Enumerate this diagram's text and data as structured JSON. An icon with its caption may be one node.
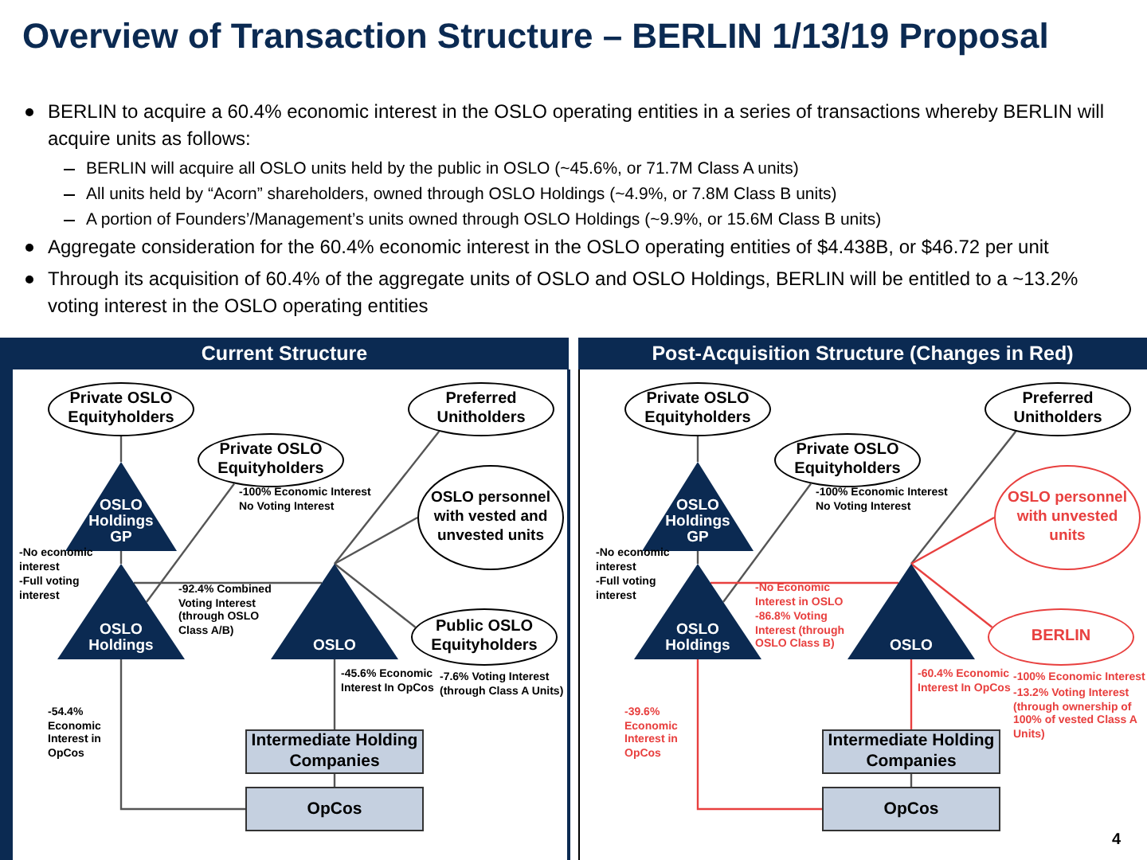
{
  "diagram": {
    "title": "Overview of Transaction Structure – BERLIN 1/13/19 Proposal",
    "nodes": [
      {
        "text": [
          "Current Structure"
        ]
      },
      {
        "text": [
          "Private OSLO Equityholders"
        ]
      },
      {
        "text": [
          "Preferred Unitholders"
        ]
      },
      {
        "text": [
          "Private OSLO Equityholders"
        ]
      },
      {
        "text": [
          "OSLO Holdings GP"
        ]
      },
      {
        "text": [
          "OSLO personnel with vested and unvested units"
        ]
      },
      {
        "text": [
          "OSLO Holdings"
        ]
      },
      {
        "text": [
          "OSLO"
        ]
      },
      {
        "text": [
          "Public OSLO Equityholders"
        ],
        "beside": [
          "-7.6% Voting Interest (through Class A Units)"
        ]
      },
      {
        "text": [
          "Intermediate Holding Companies"
        ]
      },
      {
        "text": [
          "OpCos"
        ]
      },
      {
        "text": [
          "Post-Acquisition Structure (Changes in Red)"
        ]
      },
      {
        "text": [
          "Private OSLO Equityholders"
        ]
      },
      {
        "text": [
          "Preferred Unitholders"
        ]
      },
      {
        "text": [
          "Private OSLO Equityholders"
        ]
      },
      {
        "text": [
          "OSLO Holdings GP"
        ]
      },
      {
        "text": [
          "OSLO personnel with unvested units"
        ]
      },
      {
        "text": [
          "OSLO Holdings"
        ]
      },
      {
        "text": [
          "OSLO"
        ]
      },
      {
        "text": [
          "BERLIN"
        ],
        "beside": [
          "-100% Economic Interest",
          "-13.2% Voting Interest (through ownership of 100% of vested Class A Units)"
        ]
      },
      {
        "text": [
          "Intermediate Holding Companies"
        ]
      },
      {
        "text": [
          "OpCos"
        ]
      }
    ],
    "edges": [
      {
        "from": 1,
        "to": 4,
        "arrow": "none"
      },
      {
        "from": 4,
        "to": 6,
        "arrow": "none"
      },
      {
        "from": 3,
        "to": 6,
        "arrow": "none"
      },
      {
        "from": 6,
        "to": 7,
        "arrow": "none"
      },
      {
        "from": 7,
        "to": 2,
        "arrow": "none"
      },
      {
        "from": 7,
        "to": 5,
        "arrow": "none"
      },
      {
        "from": 7,
        "to": 8,
        "arrow": "none"
      },
      {
        "from": 7,
        "to": 9,
        "arrow": "none"
      },
      {
        "from": 6,
        "to": 10,
        "arrow": "none"
      },
      {
        "from": 9,
        "to": 10,
        "arrow": "none"
      },
      {
        "from": 12,
        "to": 15,
        "arrow": "none"
      },
      {
        "from": 15,
        "to": 17,
        "arrow": "none"
      },
      {
        "from": 14,
        "to": 17,
        "arrow": "none"
      },
      {
        "from": 17,
        "to": 18,
        "arrow": "none",
        "color": "#e8403f"
      },
      {
        "from": 18,
        "to": 13,
        "arrow": "none"
      },
      {
        "from": 18,
        "to": 16,
        "arrow": "none",
        "color": "#e8403f"
      },
      {
        "from": 18,
        "to": 19,
        "arrow": "none",
        "color": "#e8403f"
      },
      {
        "from": 18,
        "to": 20,
        "arrow": "none",
        "color": "#e8403f"
      },
      {
        "from": 17,
        "to": 21,
        "arrow": "none",
        "color": "#e8403f"
      },
      {
        "from": 20,
        "to": 21,
        "arrow": "none"
      }
    ],
    "labels": [
      "BERLIN to acquire a 60.4% economic interest in the OSLO operating entities in a series of transactions whereby BERLIN will acquire units as follows:",
      "BERLIN will acquire all OSLO units held by the public in OSLO (~45.6%, or 71.7M Class A units)",
      "All units held by “Acorn” shareholders, owned through OSLO Holdings (~4.9%, or 7.8M Class B units)",
      "A portion of Founders’/Management’s units owned through OSLO Holdings (~9.9%, or 15.6M Class B units)",
      "Aggregate consideration for the 60.4% economic interest in the OSLO operating entities of $4.438B, or $46.72 per unit",
      "Through its acquisition of 60.4% of the aggregate units of OSLO and OSLO Holdings, BERLIN will be entitled to a ~13.2% voting interest in the OSLO operating entities",
      "-100% Economic Interest",
      "No Voting Interest",
      "-No economic interest",
      "-Full voting interest",
      "-92.4% Combined Voting Interest (through OSLO Class A/B)",
      "-45.6% Economic Interest In OpCos",
      "-54.4% Economic Interest in OpCos",
      "-100% Economic Interest",
      "No Voting Interest",
      "-No economic interest",
      "-Full voting interest",
      "-No Economic Interest in OSLO",
      "-86.8% Voting Interest (through OSLO Class B)",
      "-60.4% Economic Interest In OpCos",
      "-39.6% Economic Interest in OpCos",
      "4"
    ]
  }
}
